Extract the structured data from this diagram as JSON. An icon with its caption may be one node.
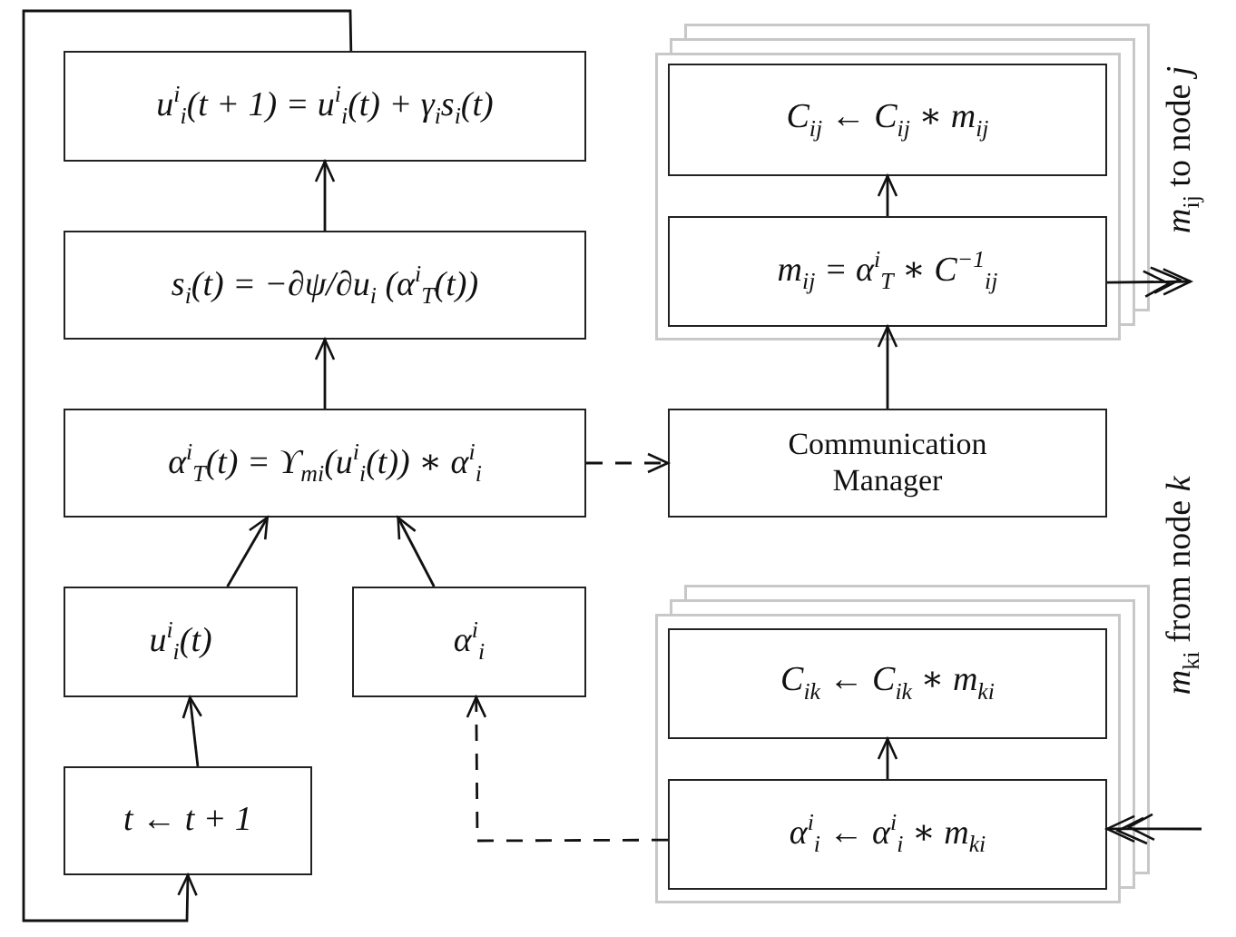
{
  "diagram": {
    "nodes": [
      {
        "text": [
          "u$^{i}$$_{i}$(t + 1) = u$^{i}$$_{i}$(t) + γ$_{i}$s$_{i}$(t)"
        ]
      },
      {
        "text": [
          "s$_{i}$(t) = −∂ψ/∂u$_{i}$ (α$^{i}$$_{T}$(t))"
        ]
      },
      {
        "text": [
          "α$^{i}$$_{T}$(t) = ϒ$_{mi}$(u$^{i}$$_{i}$(t)) ∗ α$^{i}$$_{i}$"
        ]
      },
      {
        "text": [
          "u$^{i}$$_{i}$(t)"
        ]
      },
      {
        "text": [
          "α$^{i}$$_{i}$"
        ]
      },
      {
        "text": [
          "t ← t + 1"
        ]
      },
      {
        "text": [],
        "shape": "box",
        "beside": [
          "*m*$_{ij}$ to node *j*"
        ]
      },
      {
        "text": [
          "C$_{ij}$ ← C$_{ij}$ ∗ m$_{ij}$"
        ],
        "in": 6
      },
      {
        "text": [
          "m$_{ij}$ = α$^{i}$$_{T}$ ∗ C$^{−1}$$_{ij}$"
        ],
        "in": 6
      },
      {
        "text": [
          "Communication Manager"
        ]
      },
      {
        "text": [],
        "shape": "box",
        "beside": [
          "*m*$_{ki}$ from node *k*"
        ]
      },
      {
        "text": [
          "C$_{ik}$ ← C$_{ik}$ ∗ m$_{ki}$"
        ],
        "in": 10
      },
      {
        "text": [
          "α$^{i}$$_{i}$ ← α$^{i}$$_{i}$ ∗ m$_{ki}$"
        ],
        "in": 10
      }
    ],
    "edges": [
      {
        "from": 1,
        "to": 0,
        "arrow": "to"
      },
      {
        "from": 2,
        "to": 1,
        "arrow": "to"
      },
      {
        "from": 3,
        "to": 2,
        "arrow": "to"
      },
      {
        "from": 4,
        "to": 2,
        "arrow": "to"
      },
      {
        "from": 5,
        "to": 3,
        "arrow": "to"
      },
      {
        "from": 0,
        "to": 5,
        "arrow": "to"
      },
      {
        "from": 2,
        "to": 9,
        "arrow": "to",
        "style": "dashed"
      },
      {
        "from": 9,
        "to": 8,
        "arrow": "to"
      },
      {
        "from": 8,
        "to": 7,
        "arrow": "to"
      },
      {
        "from": 12,
        "to": 11,
        "arrow": "to"
      },
      {
        "from": 12,
        "to": 4,
        "arrow": "to",
        "style": "dashed"
      },
      {
        "from": 8,
        "to": null,
        "arrow": "to"
      },
      {
        "from": null,
        "to": 12,
        "arrow": "to"
      }
    ]
  }
}
